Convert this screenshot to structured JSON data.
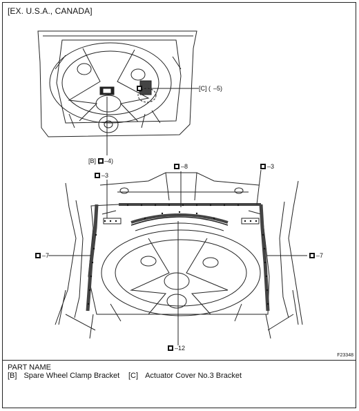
{
  "heading": "[EX. U.S.A., CANADA]",
  "figure_code": "F23348",
  "callouts": {
    "bracket_b": {
      "prefix": "[B] (",
      "ref": "–4",
      "suffix": ")"
    },
    "bracket_c": {
      "prefix": "[C] (",
      "ref": "–5",
      "suffix": ")"
    },
    "top_center": "–8",
    "left_top": "–3",
    "right_top": "–3",
    "left_mid": "–7",
    "right_mid": "–7",
    "bottom": "–12"
  },
  "part_name": {
    "title": "PART NAME",
    "items": [
      {
        "code": "[B]",
        "name": "Spare Wheel Clamp Bracket"
      },
      {
        "code": "[C]",
        "name": "Actuator Cover No.3 Bracket"
      }
    ]
  }
}
